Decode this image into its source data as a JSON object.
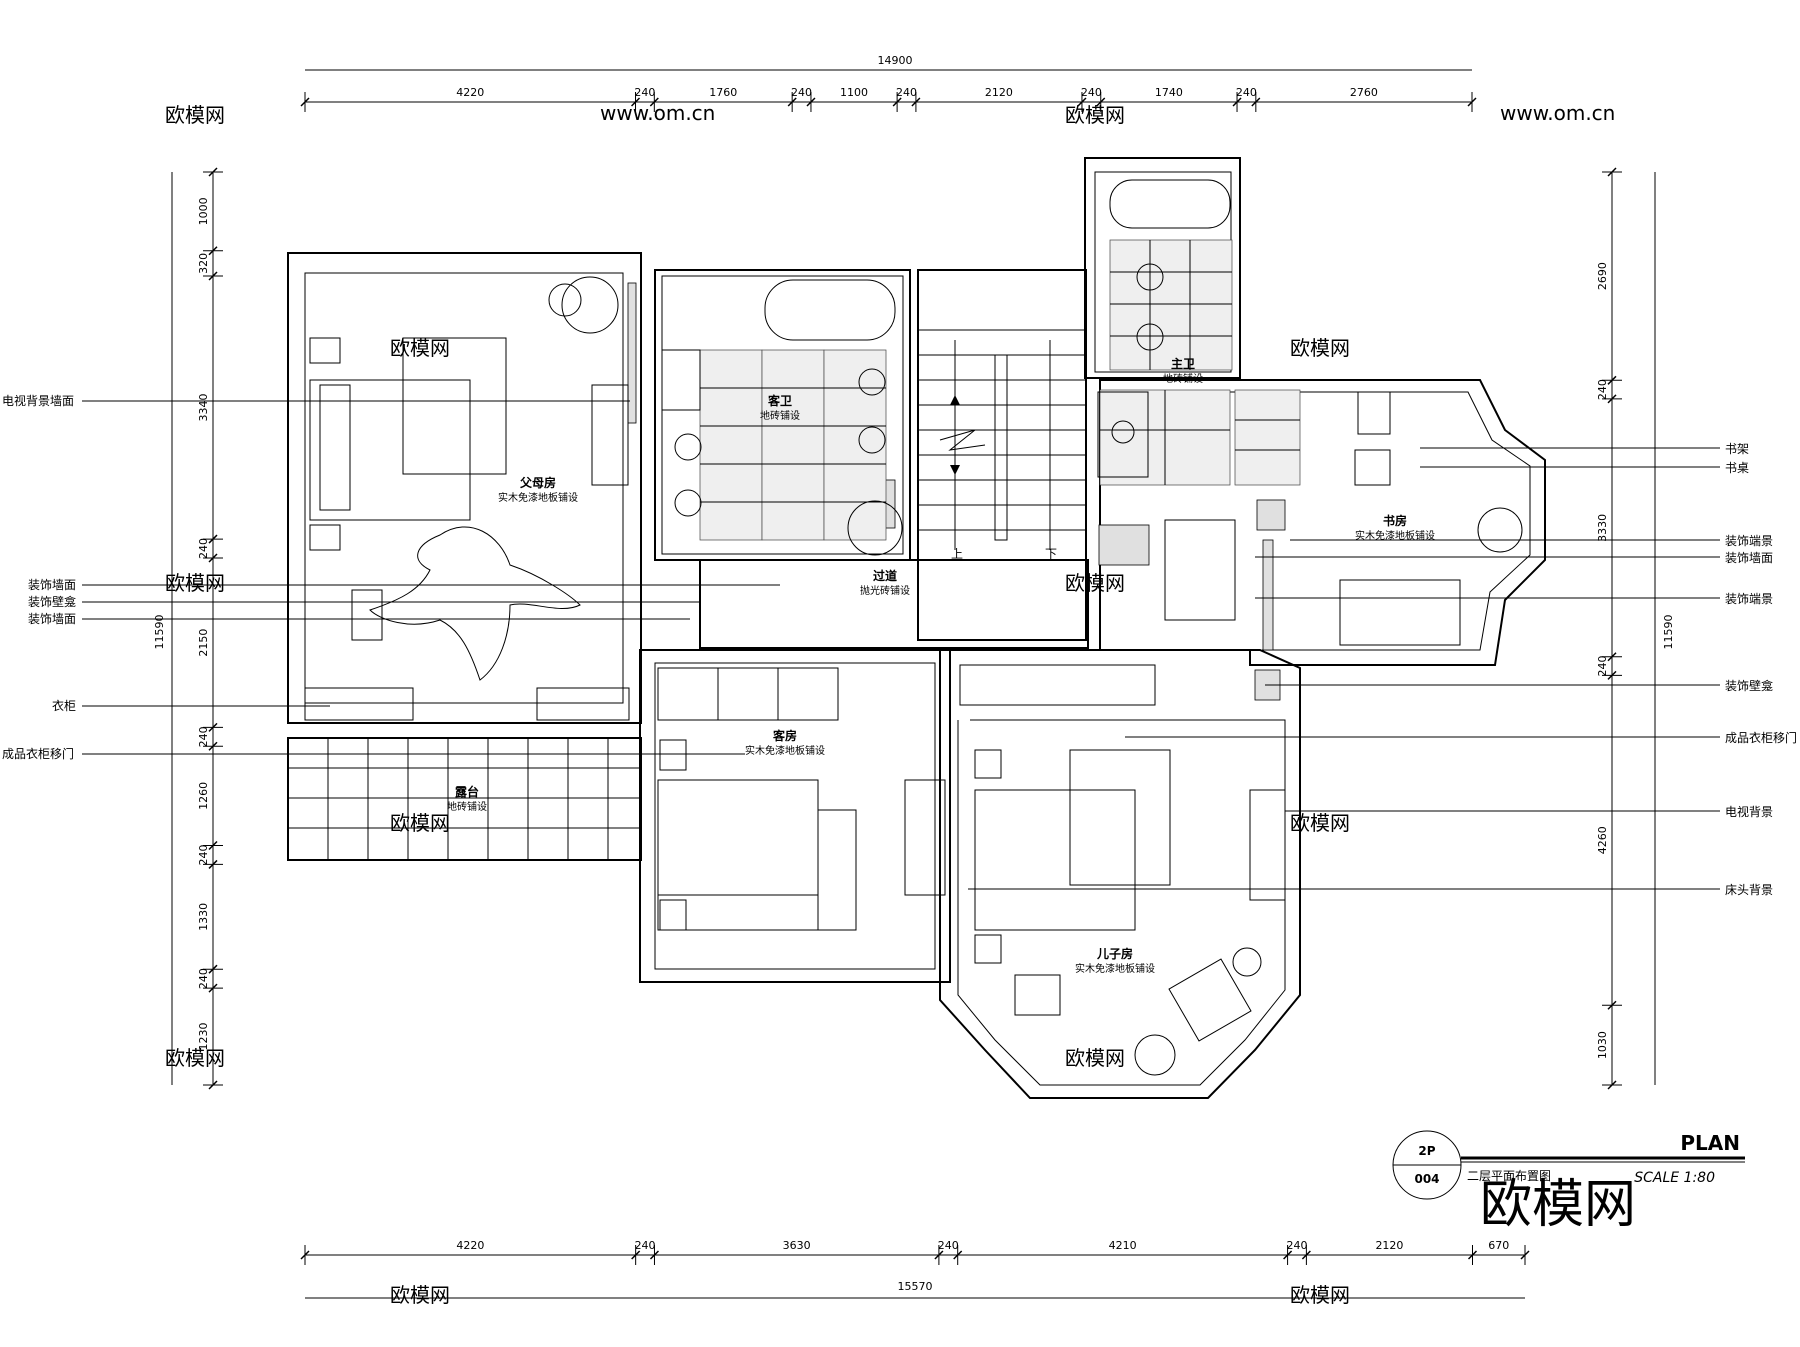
{
  "dimensions": {
    "top_total": "14900",
    "top_segments": [
      "4220",
      "240",
      "1760",
      "240",
      "1100",
      "240",
      "2120",
      "240",
      "1740",
      "240",
      "2760"
    ],
    "bottom_total": "15570",
    "bottom_segments": [
      "4220",
      "240",
      "3630",
      "240",
      "4210",
      "240",
      "2120",
      "670"
    ],
    "left_total": "11590",
    "left_segments": [
      "1000",
      "320",
      "3340",
      "240",
      "2150",
      "240",
      "1260",
      "240",
      "1330",
      "240",
      "1230"
    ],
    "right_total": "11590",
    "right_segments": [
      "2690",
      "240",
      "3330",
      "240",
      "4260",
      "1030"
    ]
  },
  "rooms": {
    "parents": {
      "name": "父母房",
      "floor": "实木免漆地板铺设"
    },
    "guest_bath": {
      "name": "客卫",
      "floor": "地砖铺设"
    },
    "master_bath": {
      "name": "主卫",
      "floor": "地砖铺设"
    },
    "corridor": {
      "name": "过道",
      "floor": "抛光砖铺设"
    },
    "study": {
      "name": "书房",
      "floor": "实木免漆地板铺设"
    },
    "guest_room": {
      "name": "客房",
      "floor": "实木免漆地板铺设"
    },
    "son_room": {
      "name": "儿子房",
      "floor": "实木免漆地板铺设"
    },
    "terrace": {
      "name": "露台",
      "floor": "地砖铺设"
    }
  },
  "stairs": {
    "up": "上",
    "down": "下"
  },
  "left_labels": [
    "电视背景墙面",
    "装饰墙面",
    "装饰壁龛",
    "装饰墙面",
    "衣柜",
    "成品衣柜移门"
  ],
  "right_labels": [
    "书架",
    "书桌",
    "装饰端景",
    "装饰墙面",
    "装饰端景",
    "装饰壁龛",
    "成品衣柜移门",
    "电视背景",
    "床头背景"
  ],
  "title_block": {
    "sheet_top": "2P",
    "sheet_bottom": "004",
    "plan_label": "PLAN",
    "caption": "二层平面布置图",
    "scale": "SCALE 1:80"
  },
  "watermarks": [
    "欧模网",
    "www.om.cn"
  ],
  "brand": "欧模网"
}
